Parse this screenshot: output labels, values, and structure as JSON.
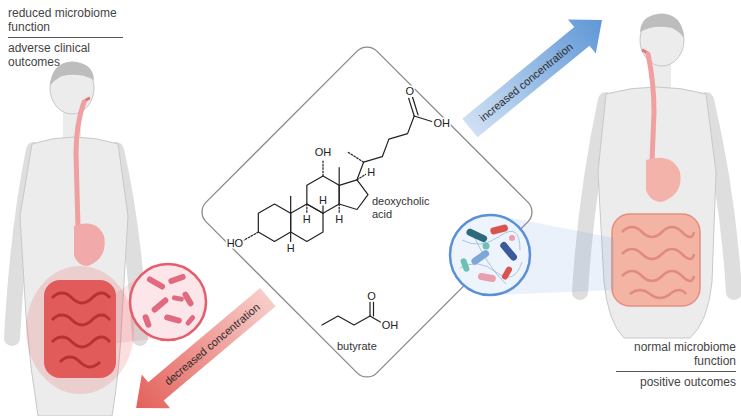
{
  "diagram": {
    "nodes": [
      {
        "text": [
          "reduced microbiome function",
          "adverse clinical outcomes"
        ]
      },
      {
        "text": [
          "deoxycholic acid",
          "butyrate"
        ]
      },
      {
        "text": [
          "normal microbiome function",
          "positive outcomes"
        ]
      }
    ],
    "edges": [
      {
        "from": 1,
        "to": 0,
        "arrow": "to",
        "label": "decreased concentration"
      },
      {
        "from": 1,
        "to": 2,
        "arrow": "to",
        "label": "increased concentration"
      }
    ],
    "labels": [
      "O",
      "OH",
      "OH",
      "HO",
      "H",
      "H",
      "H",
      "H",
      "H",
      "O",
      "OH"
    ]
  }
}
